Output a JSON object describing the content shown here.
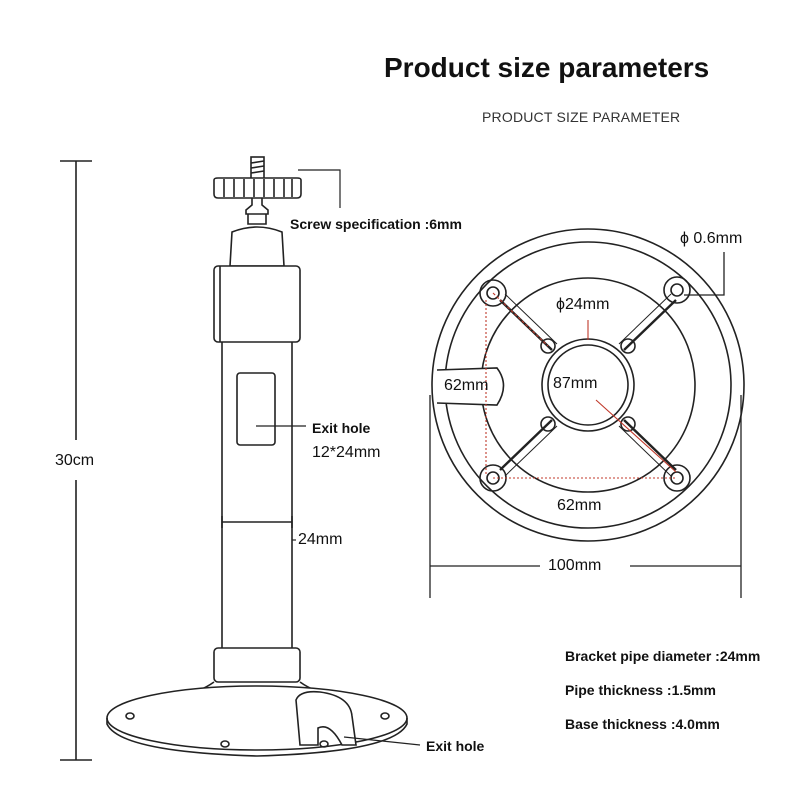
{
  "header": {
    "title": "Product size parameters",
    "subtitle": "PRODUCT SIZE PARAMETER"
  },
  "side_view": {
    "height_label": "30cm",
    "screw_label": "Screw specification :6mm",
    "exit_hole_label": "Exit hole",
    "exit_hole_size": "12*24mm",
    "pipe_width_label": "24mm",
    "base_exit_hole_label": "Exit hole"
  },
  "top_view": {
    "hole_label": "ϕ 0.6mm",
    "inner_diameter_label": "ϕ24mm",
    "center_label": "87mm",
    "left_label": "62mm",
    "bottom_label": "62mm",
    "width_label": "100mm"
  },
  "specs": [
    "Bracket pipe diameter :24mm",
    "Pipe thickness :1.5mm",
    "Base thickness :4.0mm"
  ]
}
